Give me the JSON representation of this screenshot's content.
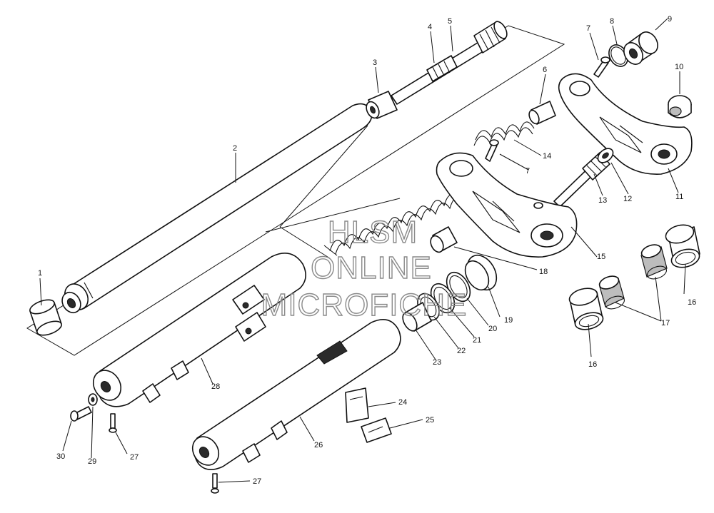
{
  "watermark": {
    "line1": "HLSM",
    "line2": "ONLINE",
    "line3": "MICROFICHE"
  },
  "callouts": {
    "c1": "1",
    "c2": "2",
    "c3": "3",
    "c4": "4",
    "c5": "5",
    "c6": "6",
    "c7a": "7",
    "c7b": "7",
    "c8": "8",
    "c9": "9",
    "c10": "10",
    "c11": "11",
    "c12": "12",
    "c13": "13",
    "c14": "14",
    "c15": "15",
    "c16a": "16",
    "c16b": "16",
    "c17": "17",
    "c18": "18",
    "c19": "19",
    "c20": "20",
    "c21": "21",
    "c22": "22",
    "c23": "23",
    "c24": "24",
    "c25": "25",
    "c26": "26",
    "c27a": "27",
    "c27b": "27",
    "c28": "28",
    "c29": "29",
    "c30": "30"
  },
  "colors": {
    "ink": "#111111",
    "watermark": "#8a8a8a",
    "paper": "#ffffff"
  }
}
